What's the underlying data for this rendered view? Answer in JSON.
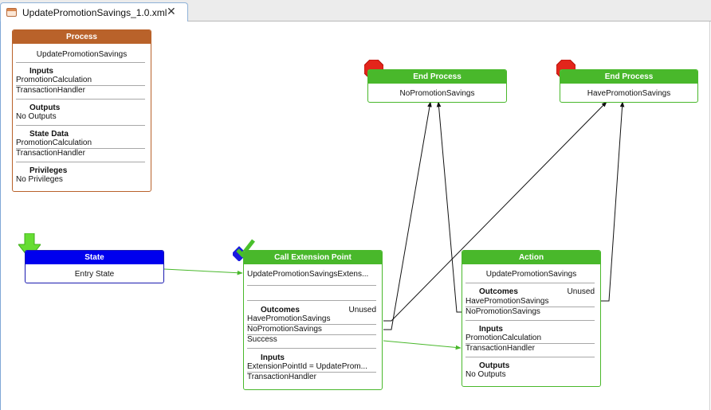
{
  "tab": {
    "title": "UpdatePromotionSavings_1.0.xml",
    "close_glyph": "✕",
    "file_icon": "xml-file-icon"
  },
  "process": {
    "header": "Process",
    "name": "UpdatePromotionSavings",
    "inputs_label": "Inputs",
    "inputs": [
      "PromotionCalculation",
      "TransactionHandler"
    ],
    "outputs_label": "Outputs",
    "outputs": [
      "No Outputs"
    ],
    "state_data_label": "State Data",
    "state_data": [
      "PromotionCalculation",
      "TransactionHandler"
    ],
    "privileges_label": "Privileges",
    "privileges": [
      "No Privileges"
    ]
  },
  "end_no": {
    "header": "End Process",
    "name": "NoPromotionSavings"
  },
  "end_have": {
    "header": "End Process",
    "name": "HavePromotionSavings"
  },
  "state": {
    "header": "State",
    "name": "Entry State"
  },
  "cep": {
    "header": "Call Extension Point",
    "name": "UpdatePromotionSavingsExtens...",
    "outcomes_label": "Outcomes",
    "unused_label": "Unused",
    "outcomes": [
      "HavePromotionSavings",
      "NoPromotionSavings",
      "Success"
    ],
    "inputs_label": "Inputs",
    "inputs": [
      "ExtensionPointId = UpdateProm...",
      "TransactionHandler"
    ]
  },
  "action": {
    "header": "Action",
    "name": "UpdatePromotionSavings",
    "outcomes_label": "Outcomes",
    "unused_label": "Unused",
    "outcomes": [
      "HavePromotionSavings",
      "NoPromotionSavings"
    ],
    "inputs_label": "Inputs",
    "inputs": [
      "PromotionCalculation",
      "TransactionHandler"
    ],
    "outputs_label": "Outputs",
    "outputs": [
      "No Outputs"
    ]
  },
  "colors": {
    "green": "#49b82b",
    "brown": "#b9622a",
    "blue": "#0000ee",
    "stop": "#e3251b",
    "start_arrow": "#66dd33"
  }
}
